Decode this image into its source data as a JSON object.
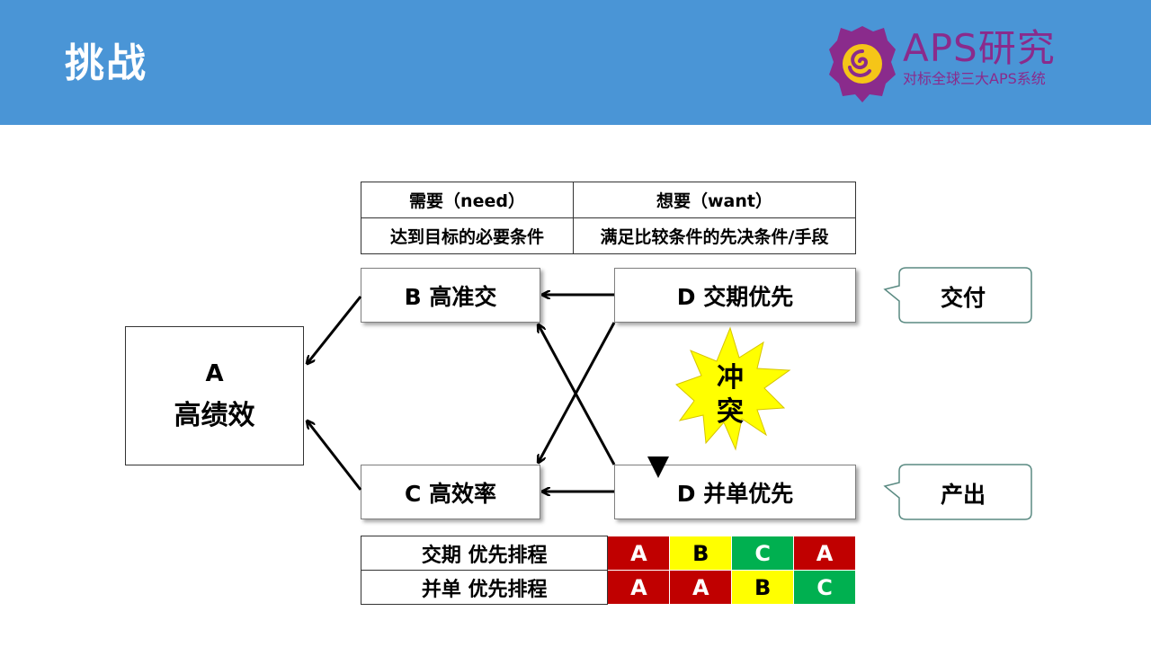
{
  "header": {
    "title": "挑战",
    "logo": {
      "name": "APS研究",
      "slogan": "对标全球三大APS系统"
    }
  },
  "need_want": {
    "need_header": "需要（need）",
    "want_header": "想要（want）",
    "need_desc": "达到目标的必要条件",
    "want_desc": "满足比较条件的先决条件/手段"
  },
  "nodes": {
    "a_letter": "A",
    "a_name": "高绩效",
    "b": "B 高准交",
    "c": "C 高效率",
    "d_top": "D 交期优先",
    "d_bottom": "D 并单优先"
  },
  "callouts": {
    "delivery": "交付",
    "output": "产出"
  },
  "conflict": {
    "line1": "冲",
    "line2": "突"
  },
  "schedule": {
    "rows": [
      {
        "label": "交期 优先排程",
        "cells": [
          "A",
          "B",
          "C",
          "A"
        ]
      },
      {
        "label": "并单 优先排程",
        "cells": [
          "A",
          "A",
          "B",
          "C"
        ]
      }
    ]
  },
  "colors": {
    "header_bg": "#4a95d6",
    "logo": "#8a2b8c",
    "red": "#c00000",
    "yellow": "#ffff00",
    "green": "#00b050",
    "burst": "#ffff00"
  }
}
